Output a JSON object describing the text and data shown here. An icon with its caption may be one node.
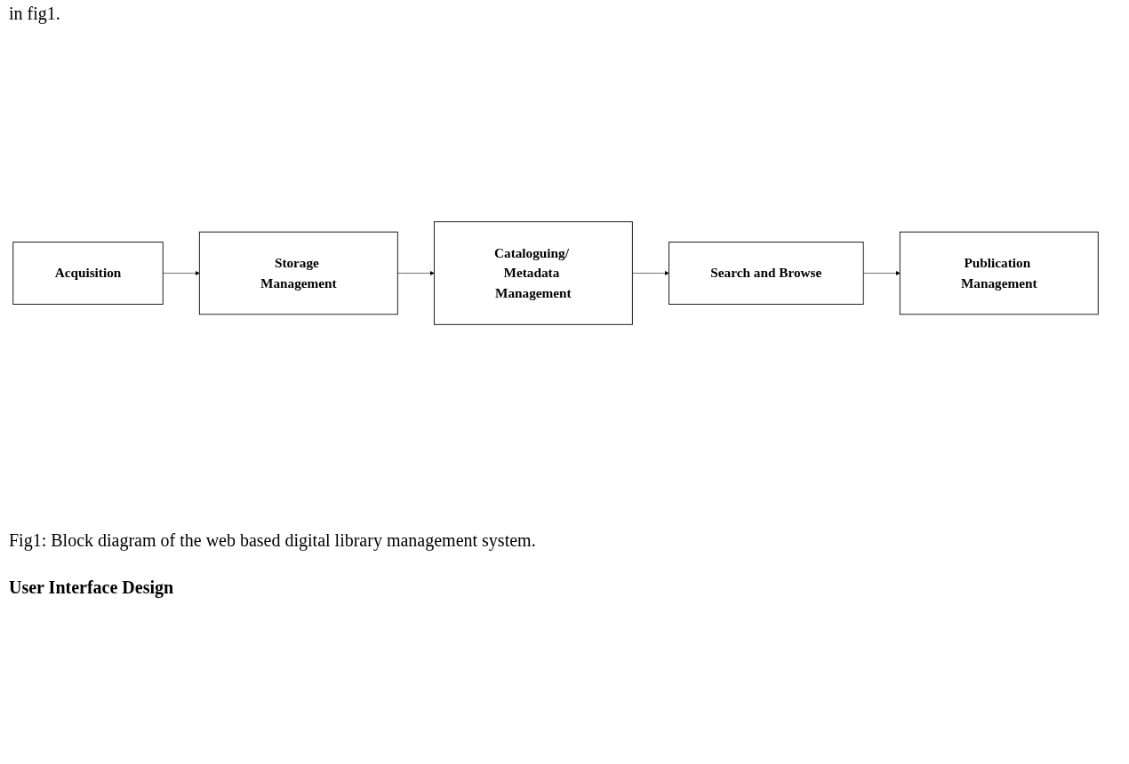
{
  "diagram": {
    "caption": "Fig1: Block diagram of the web based digital library management system.",
    "nodes": [
      {
        "text": [
          "Acquisition"
        ]
      },
      {
        "text": [
          "Storage Management"
        ]
      },
      {
        "text": [
          "Cataloguing/ Metadata Management"
        ]
      },
      {
        "text": [
          "Search and Browse"
        ]
      },
      {
        "text": [
          "Publication Management"
        ]
      }
    ],
    "edges": [
      {
        "from": 0,
        "to": 1,
        "arrow": "to"
      },
      {
        "from": 1,
        "to": 2,
        "arrow": "to"
      },
      {
        "from": 2,
        "to": 3,
        "arrow": "to"
      },
      {
        "from": 3,
        "to": 4,
        "arrow": "to"
      }
    ],
    "labels": [
      "in fig1.",
      "User Interface Design"
    ]
  }
}
